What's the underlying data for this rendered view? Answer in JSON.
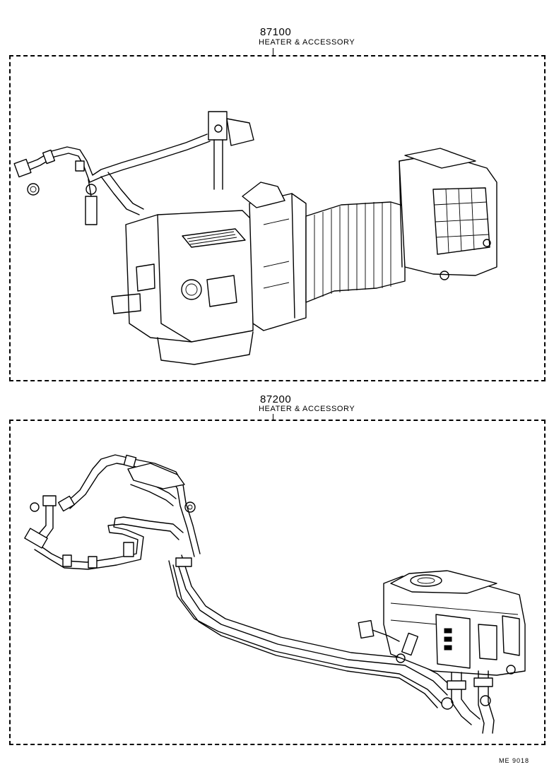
{
  "sections": [
    {
      "code": "87100",
      "name": "HEATER & ACCESSORY"
    },
    {
      "code": "87200",
      "name": "HEATER & ACCESSORY"
    }
  ],
  "footer": {
    "code": "ME  9018"
  },
  "illustrations": [
    {
      "icon": "heater-unit-assembly-icon"
    },
    {
      "icon": "heater-hose-assembly-icon"
    }
  ]
}
